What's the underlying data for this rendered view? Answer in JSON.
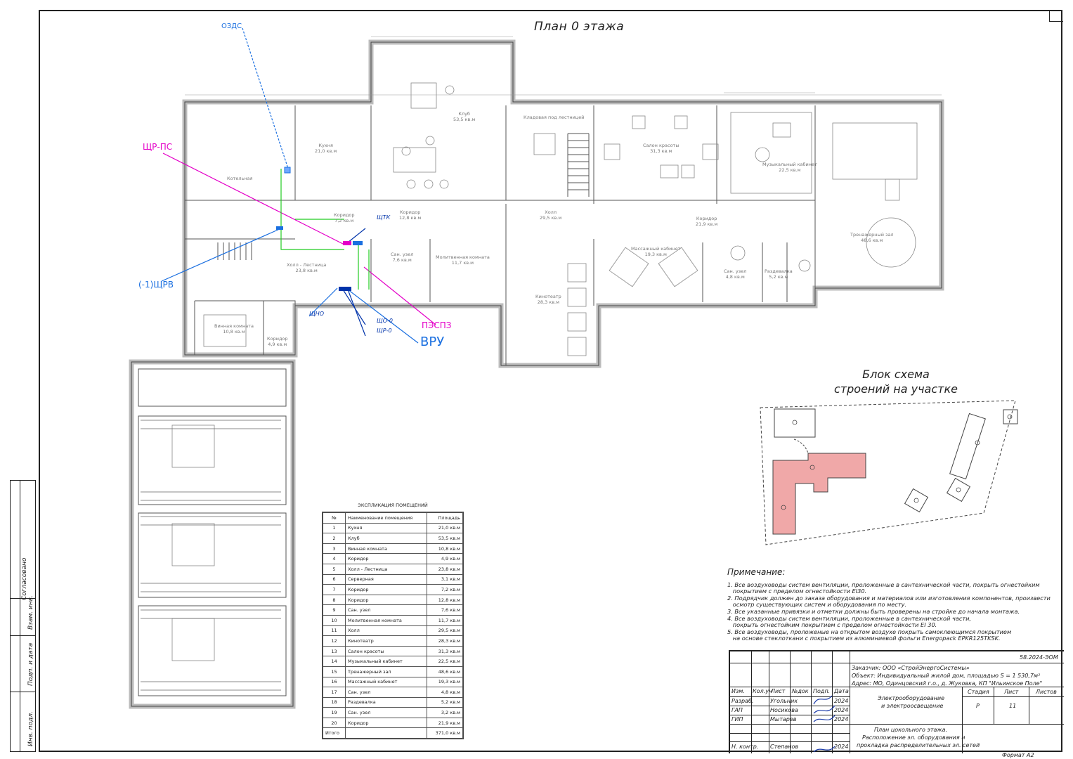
{
  "titles": {
    "plan": "План 0 этажа",
    "block_scheme_line1": "Блок схема",
    "block_scheme_line2": "строений на участке"
  },
  "side_strip": {
    "agreed": "Согласовано",
    "replaced_inv": "Взам. инв.",
    "sign_date": "Подп. и дата",
    "inv_original": "Инв. подл."
  },
  "equipment_labels": {
    "ozds": "ОЗДС",
    "shr_ps": "ЩР-ПС",
    "shrv": "(-1)ЩРВ",
    "shtk": "ЩТК",
    "shno": "ЩНО",
    "sho0": "ЩО-0",
    "shr0": "ЩР-0",
    "pespz": "ПЭСПЗ",
    "vru": "ВРУ"
  },
  "rooms": [
    {
      "name": "Кухня",
      "area": "21,0 кв.м"
    },
    {
      "name": "Клуб",
      "area": "53,5 кв.м"
    },
    {
      "name": "Котельная",
      "area": ""
    },
    {
      "name": "Кладовая под лестницей",
      "area": ""
    },
    {
      "name": "Салон красоты",
      "area": "31,3 кв.м"
    },
    {
      "name": "Музыкальный кабинет",
      "area": "22,5 кв.м"
    },
    {
      "name": "Коридор",
      "area": "7,2 кв.м"
    },
    {
      "name": "Коридор",
      "area": "12,8 кв.м"
    },
    {
      "name": "Холл",
      "area": "29,5 кв.м"
    },
    {
      "name": "Коридор",
      "area": "21,9 кв.м"
    },
    {
      "name": "Тренажерный зал",
      "area": "48,6 кв.м"
    },
    {
      "name": "Холл - Лестница",
      "area": "23,8 кв.м"
    },
    {
      "name": "Сан. узел",
      "area": "7,6 кв.м"
    },
    {
      "name": "Молитвенная комната",
      "area": "11,7 кв.м"
    },
    {
      "name": "Массажный кабинет",
      "area": "19,3 кв.м"
    },
    {
      "name": "Сан. узел",
      "area": "4,8 кв.м"
    },
    {
      "name": "Раздевалка",
      "area": "5,2 кв.м"
    },
    {
      "name": "Кинотеатр",
      "area": "28,3 кв.м"
    },
    {
      "name": "Винная комната",
      "area": "10,8 кв.м"
    },
    {
      "name": "Коридор",
      "area": "4,9 кв.м"
    }
  ],
  "explication": {
    "caption": "ЭКСПЛИКАЦИЯ ПОМЕЩЕНИЙ",
    "headers": [
      "№",
      "Наименование помещения",
      "Площадь"
    ],
    "rows": [
      [
        "1",
        "Кухня",
        "21,0 кв.м"
      ],
      [
        "2",
        "Клуб",
        "53,5 кв.м"
      ],
      [
        "3",
        "Винная комната",
        "10,8 кв.м"
      ],
      [
        "4",
        "Коридор",
        "4,9 кв.м"
      ],
      [
        "5",
        "Холл - Лестница",
        "23,8 кв.м"
      ],
      [
        "6",
        "Серверная",
        "3,1 кв.м"
      ],
      [
        "7",
        "Коридор",
        "7,2 кв.м"
      ],
      [
        "8",
        "Коридор",
        "12,8 кв.м"
      ],
      [
        "9",
        "Сан. узел",
        "7,6 кв.м"
      ],
      [
        "10",
        "Молитвенная комната",
        "11,7 кв.м"
      ],
      [
        "11",
        "Холл",
        "29,5 кв.м"
      ],
      [
        "12",
        "Кинотеатр",
        "28,3 кв.м"
      ],
      [
        "13",
        "Салон красоты",
        "31,3 кв.м"
      ],
      [
        "14",
        "Музыкальный кабинет",
        "22,5 кв.м"
      ],
      [
        "15",
        "Тренажерный зал",
        "48,6 кв.м"
      ],
      [
        "16",
        "Массажный кабинет",
        "19,3 кв.м"
      ],
      [
        "17",
        "Сан. узел",
        "4,8 кв.м"
      ],
      [
        "18",
        "Раздевалка",
        "5,2 кв.м"
      ],
      [
        "19",
        "Сан. узел",
        "3,2 кв.м"
      ],
      [
        "20",
        "Коридор",
        "21,9 кв.м"
      ]
    ],
    "total_label": "Итого",
    "total_value": "371,0 кв.м"
  },
  "notes": {
    "heading": "Примечание:",
    "lines": [
      "1. Все воздуховоды систем вентиляции, проложенные в сантехнической части, покрыть огнестойким",
      "   покрытием с пределом огнестойкости EI30.",
      "2. Подрядчик должен до заказа оборудования и материалов или изготовления компонентов, произвести",
      "   осмотр существующих систем и оборудования по месту.",
      "3. Все указанные привязки и отметки должны быть проверены на стройке до начала монтажа.",
      "4. Все воздуховоды систем вентиляции, проложенные в сантехнической части,",
      "   покрыть огнестойким покрытием с пределом огнестойкости EI 30.",
      "5. Все воздуховоды, проложеные на открытом воздухе покрыть самоклеющимся покрытием",
      "   на основе стеклоткани с покрытием из алюминиевой фольги Energopack EPKR125TKSK."
    ]
  },
  "stamp": {
    "code": "58.2024-ЭОМ",
    "customer": "Заказчик: ООО «СтройЭнергоСистемы»",
    "object": "Объект:  Индивидуальный жилой дом, площадью S = 1 530,7м²",
    "address": "Адрес:  МО, Одинцовский г.о., д. Жуковка, КП \"Ильинское Поле\"",
    "header_cells": [
      "Изм.",
      "Кол.уч",
      "Лист",
      "№док",
      "Подп.",
      "Дата"
    ],
    "people": [
      {
        "role": "Разраб.",
        "name": "Угольник",
        "date": "2024"
      },
      {
        "role": "ГАП",
        "name": "Носикова",
        "date": "2024"
      },
      {
        "role": "ГИП",
        "name": "Мытарев",
        "date": "2024"
      },
      {
        "role": "Н. контр.",
        "name": "Степанов",
        "date": "2024"
      }
    ],
    "section_title_1": "Электрооборудование",
    "section_title_2": "и электроосвещение",
    "stage_label": "Стадия",
    "sheet_label": "Лист",
    "sheets_label": "Листов",
    "stage_value": "Р",
    "sheet_value": "11",
    "drawing_title_1": "План цокольного этажа.",
    "drawing_title_2": "Расположение эл. оборудования  и",
    "drawing_title_3": "прокладка распределительных эл. сетей",
    "format": "Формат А2"
  },
  "colors": {
    "power_line": "#e400c8",
    "lighting_line": "#1a6fe0",
    "green_line": "#22cc22",
    "building_fill": "#f0a8a8"
  }
}
